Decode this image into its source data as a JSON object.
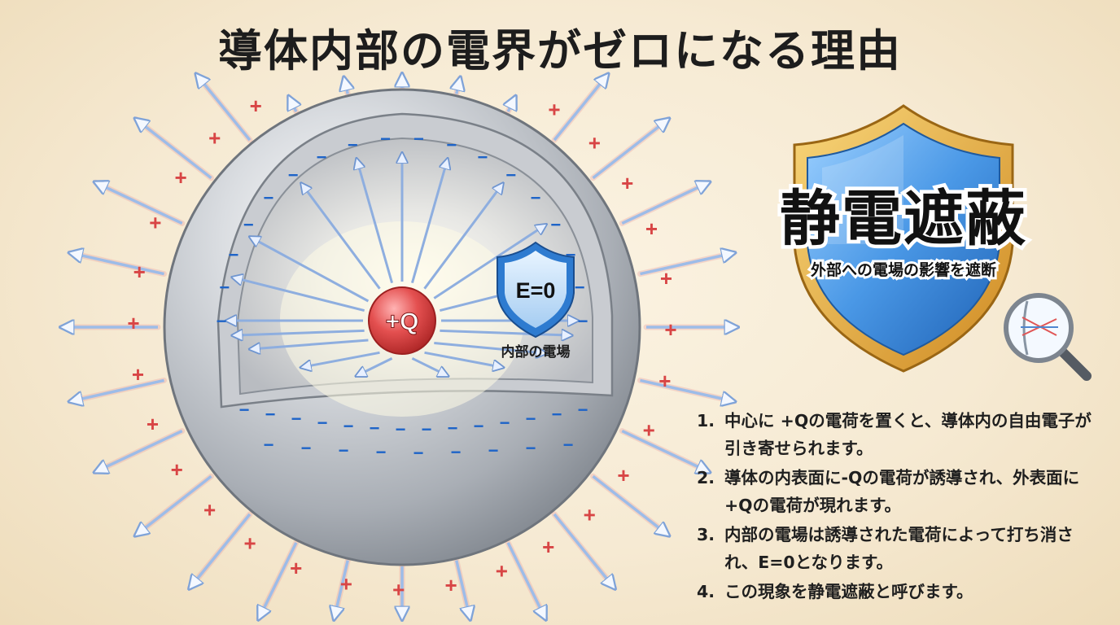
{
  "title": "導体内部の電界がゼロになる理由",
  "center_charge": "+Q",
  "inner_shield": {
    "label": "E=0",
    "caption": "内部の電場"
  },
  "shield": {
    "title": "静電遮蔽",
    "subtitle": "外部への電場の影響を遮断"
  },
  "steps": [
    {
      "num": "1.",
      "text": "中心に +Qの電荷を置くと、導体内の自由電子が引き寄せられます。"
    },
    {
      "num": "2.",
      "text": "導体の内表面に-Qの電荷が誘導され、外表面に+Qの電荷が現れます。"
    },
    {
      "num": "3.",
      "text": "内部の電場は誘導された電荷によって打ち消され、E=0となります。"
    },
    {
      "num": "4.",
      "text": "この現象を静電遮蔽と呼びます。"
    }
  ],
  "signs": {
    "plus": "+",
    "minus": "−"
  },
  "colors": {
    "arrow": "#9dbce8",
    "plus": "#d84545",
    "minus": "#1e64c8",
    "charge": "#e04848",
    "shield_blue": "#3d8ede",
    "shield_gold": "#e2a43a"
  }
}
